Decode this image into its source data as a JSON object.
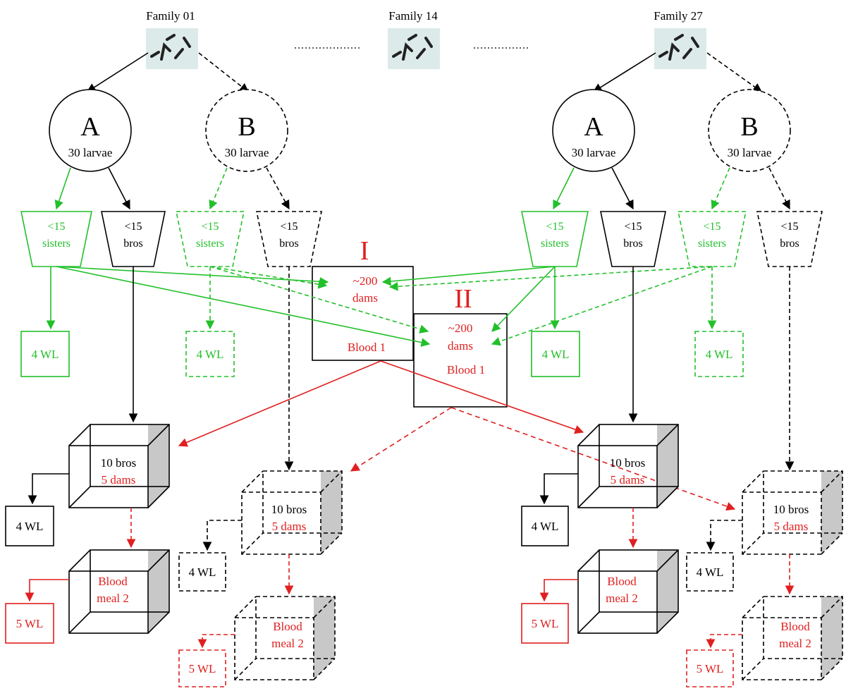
{
  "families": [
    {
      "label": "Family 01"
    },
    {
      "label": "Family 14"
    },
    {
      "label": "Family 27"
    }
  ],
  "circle_a": {
    "letter": "A",
    "sub": "30 larvae"
  },
  "circle_b": {
    "letter": "B",
    "sub": "30 larvae"
  },
  "sisters": {
    "line1": "<15",
    "line2": "sisters"
  },
  "bros": {
    "line1": "<15",
    "line2": "bros"
  },
  "wl4": "4 WL",
  "wl5": "5 WL",
  "cage1": {
    "roman": "I",
    "line1": "~200",
    "line2": "dams",
    "blood": "Blood 1"
  },
  "cage2": {
    "roman": "II",
    "line1": "~200",
    "line2": "dams",
    "blood": "Blood 1"
  },
  "cube_top": {
    "bros": "10 bros",
    "dams": "5 dams"
  },
  "cube_bottom": {
    "line1": "Blood",
    "line2": "meal 2"
  },
  "icons": [
    "mosquito-larvae-icon"
  ],
  "colors": {
    "black": "#000000",
    "green": "#22c02a",
    "red": "#e02020",
    "shade": "#c8c8c8"
  }
}
